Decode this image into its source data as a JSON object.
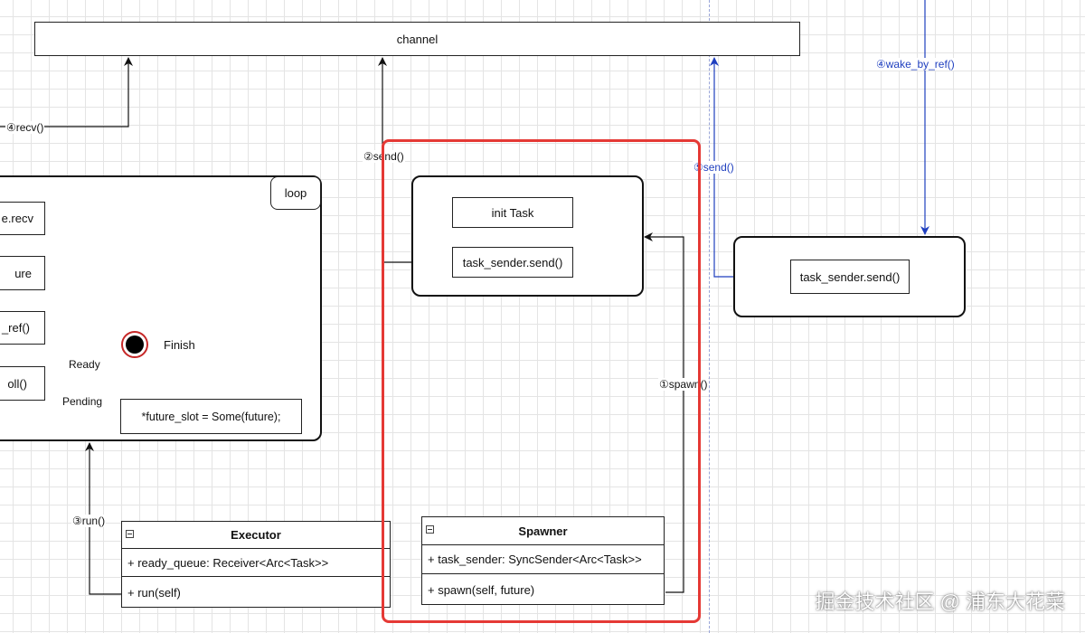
{
  "diagram": {
    "channel_label": "channel",
    "loop_label": "loop",
    "left_partial_boxes": [
      "e.recv",
      "ure",
      "_ref()",
      "oll()"
    ],
    "finish_label": "Finish",
    "ready_label": "Ready",
    "pending_label": "Pending",
    "future_slot_text": "*future_slot = Some(future);",
    "init_task_label": "init Task",
    "task_sender_send_label": "task_sender.send()",
    "right_task_sender_send_label": "task_sender.send()",
    "edge_labels": {
      "recv": "④recv()",
      "send": "②send()",
      "run": "③run()",
      "spawn": "①spawn()",
      "send_blue": "⑤send()",
      "wake_by_ref": "④wake_by_ref()"
    },
    "executor": {
      "name": "Executor",
      "field": "+ ready_queue: Receiver<Arc<Task>>",
      "method": "+ run(self)"
    },
    "spawner": {
      "name": "Spawner",
      "field": "+ task_sender: SyncSender<Arc<Task>>",
      "method": "+ spawn(self, future)"
    }
  },
  "watermark": "掘金技术社区 @ 浦东大花菜",
  "colors": {
    "highlight": "#e53935",
    "blue_edges": "#1f3fbf",
    "finish_ring": "#c62828"
  }
}
